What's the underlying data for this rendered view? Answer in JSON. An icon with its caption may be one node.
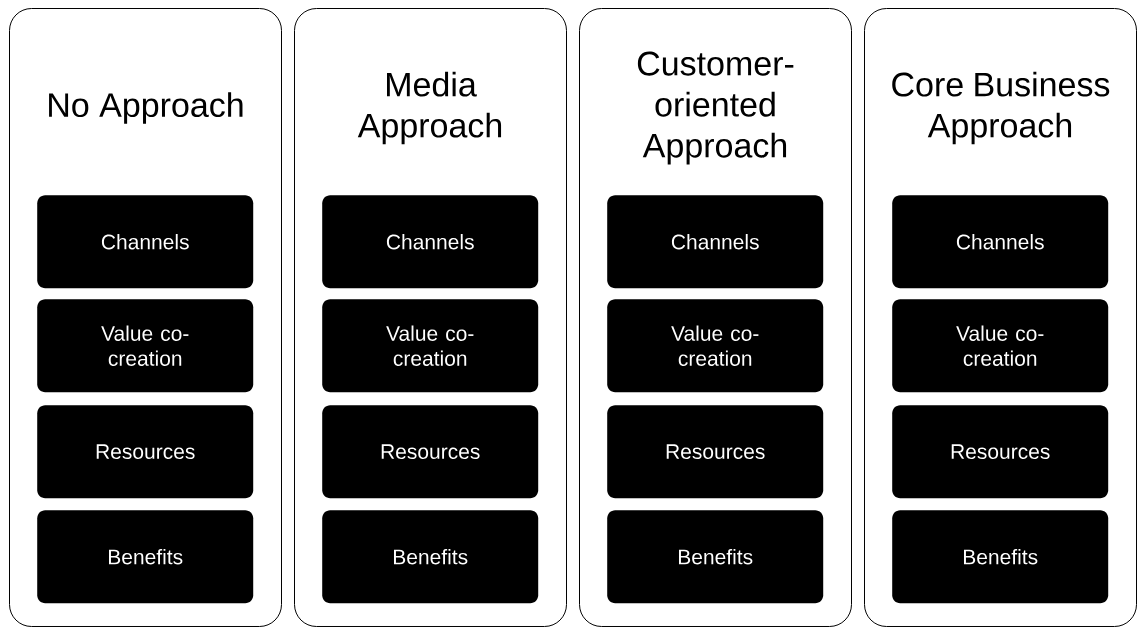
{
  "diagram": {
    "nodes": [
      {
        "text": [
          "No Approach"
        ]
      },
      {
        "text": [
          "Channels"
        ],
        "in": 0
      },
      {
        "text": [
          "Value co-creation"
        ],
        "in": 0
      },
      {
        "text": [
          "Resources"
        ],
        "in": 0
      },
      {
        "text": [
          "Benefits"
        ],
        "in": 0
      },
      {
        "text": [
          "Media Approach"
        ]
      },
      {
        "text": [
          "Channels"
        ],
        "in": 5
      },
      {
        "text": [
          "Value co-creation"
        ],
        "in": 5
      },
      {
        "text": [
          "Resources"
        ],
        "in": 5
      },
      {
        "text": [
          "Benefits"
        ],
        "in": 5
      },
      {
        "text": [
          "Customer-oriented Approach"
        ]
      },
      {
        "text": [
          "Channels"
        ],
        "in": 10
      },
      {
        "text": [
          "Value co-creation"
        ],
        "in": 10
      },
      {
        "text": [
          "Resources"
        ],
        "in": 10
      },
      {
        "text": [
          "Benefits"
        ],
        "in": 10
      },
      {
        "text": [
          "Core Business Approach"
        ]
      },
      {
        "text": [
          "Channels"
        ],
        "in": 15
      },
      {
        "text": [
          "Value co-creation"
        ],
        "in": 15
      },
      {
        "text": [
          "Resources"
        ],
        "in": 15
      },
      {
        "text": [
          "Benefits"
        ],
        "in": 15
      }
    ]
  }
}
